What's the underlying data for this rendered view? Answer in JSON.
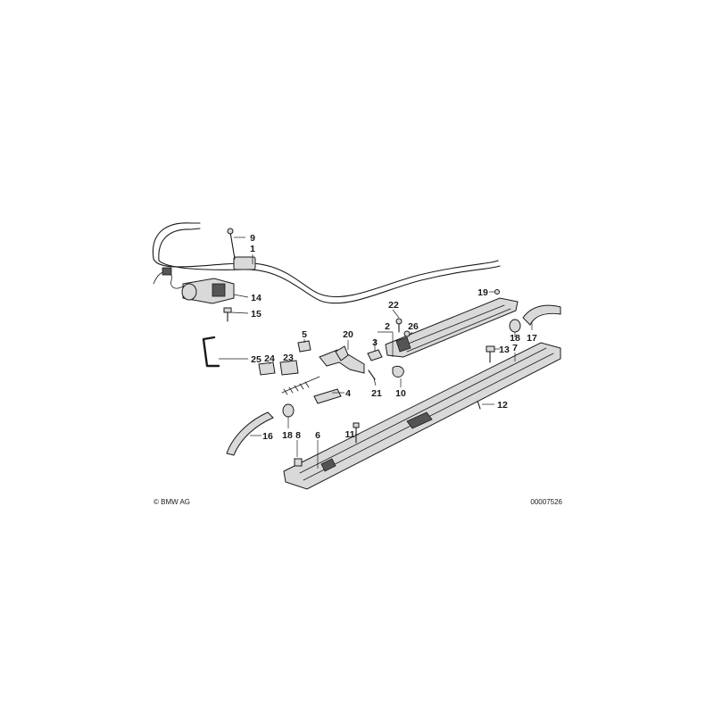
{
  "copyright": "© BMW AG",
  "diagram_id": "00007526",
  "part_labels": [
    {
      "num": "1"
    },
    {
      "num": "2"
    },
    {
      "num": "3"
    },
    {
      "num": "4"
    },
    {
      "num": "5"
    },
    {
      "num": "6"
    },
    {
      "num": "7"
    },
    {
      "num": "8"
    },
    {
      "num": "9"
    },
    {
      "num": "10"
    },
    {
      "num": "11"
    },
    {
      "num": "12"
    },
    {
      "num": "13"
    },
    {
      "num": "14"
    },
    {
      "num": "15"
    },
    {
      "num": "16"
    },
    {
      "num": "17"
    },
    {
      "num": "18"
    },
    {
      "num": "18"
    },
    {
      "num": "19"
    },
    {
      "num": "20"
    },
    {
      "num": "21"
    },
    {
      "num": "22"
    },
    {
      "num": "23"
    },
    {
      "num": "24"
    },
    {
      "num": "25"
    },
    {
      "num": "26"
    }
  ]
}
